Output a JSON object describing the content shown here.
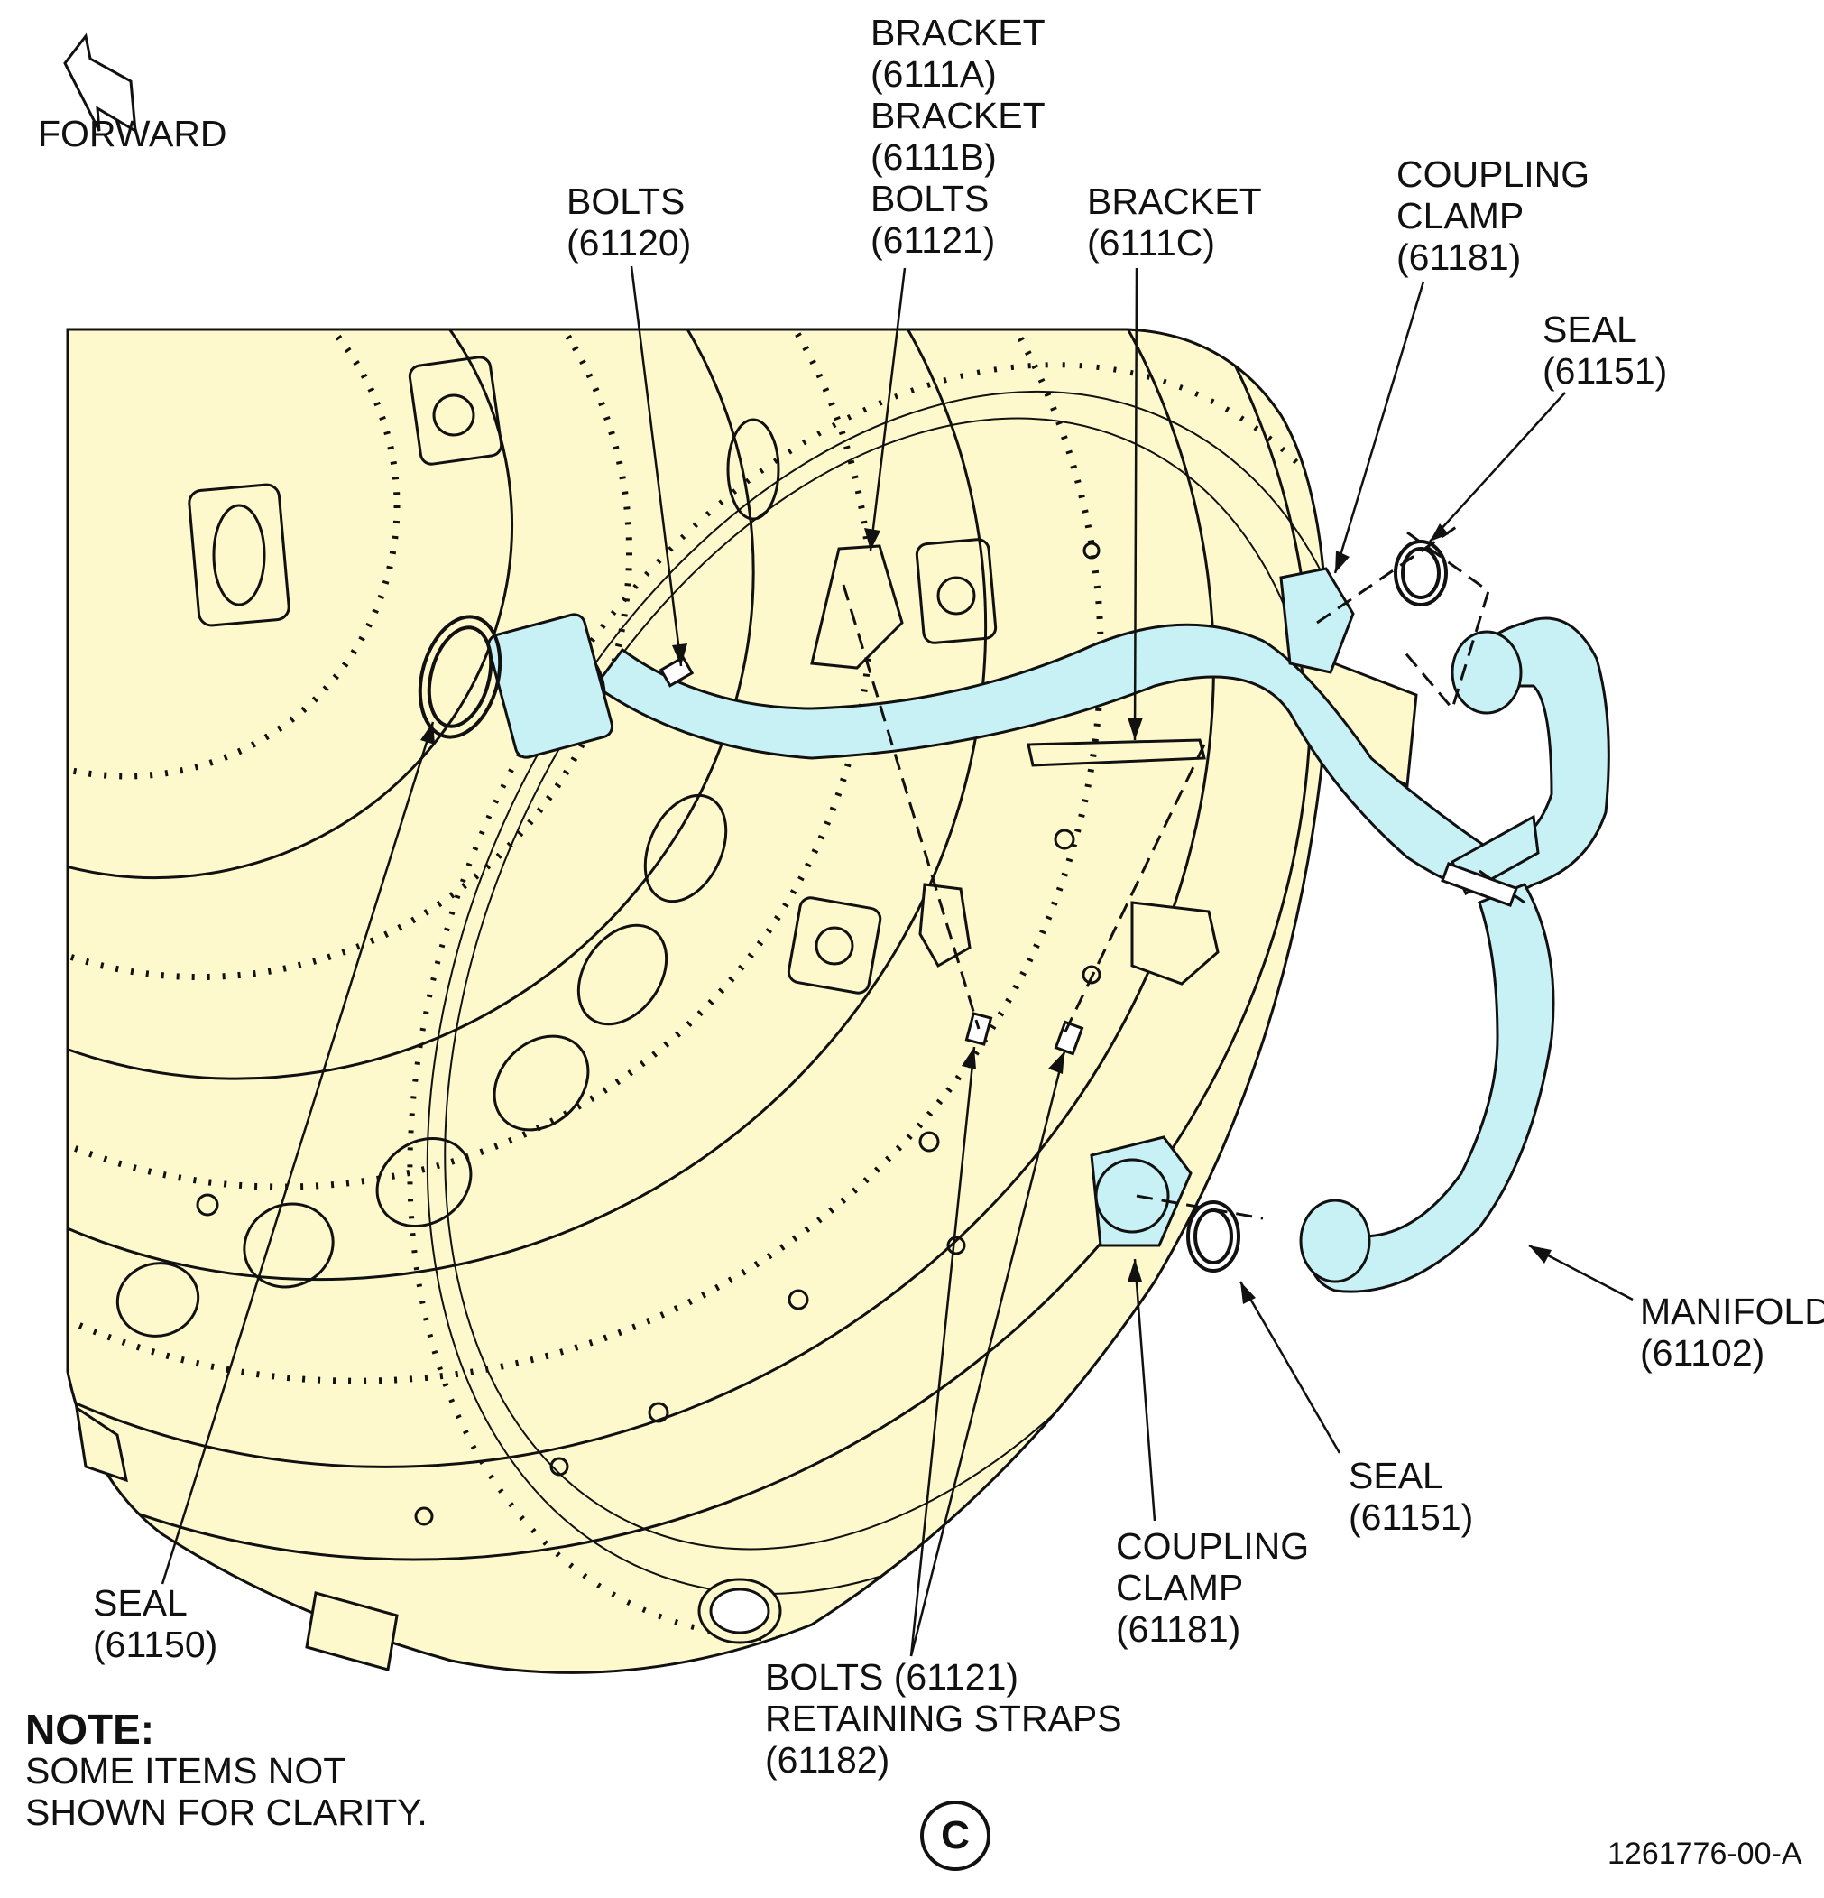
{
  "orientation": {
    "label": "FORWARD"
  },
  "callouts": {
    "bolts_61120": [
      "BOLTS",
      "(61120)"
    ],
    "brackets_bolts": [
      "BRACKET",
      "(6111A)",
      "BRACKET",
      "(6111B)",
      "BOLTS",
      "(61121)"
    ],
    "bracket_6111c": [
      "BRACKET",
      "(6111C)"
    ],
    "coupling_clamp_top": [
      "COUPLING",
      "CLAMP",
      "(61181)"
    ],
    "seal_top": [
      "SEAL",
      "(61151)"
    ],
    "manifold": [
      "MANIFOLD",
      "(61102)"
    ],
    "seal_bottom": [
      "SEAL",
      "(61151)"
    ],
    "coupling_clamp_bottom": [
      "COUPLING",
      "CLAMP",
      "(61181)"
    ],
    "bolts_straps": [
      "BOLTS (61121)",
      "RETAINING STRAPS",
      "(61182)"
    ],
    "seal_61150": [
      "SEAL",
      "(61150)"
    ]
  },
  "note": {
    "title": "NOTE:",
    "lines": [
      "SOME ITEMS NOT",
      "SHOWN FOR CLARITY."
    ]
  },
  "view_letter": "C",
  "figure_id": "1261776-00-A",
  "colors": {
    "engine_fill": "#fdf9cc",
    "manifold_fill": "#c7f1f5",
    "line": "#111111"
  }
}
